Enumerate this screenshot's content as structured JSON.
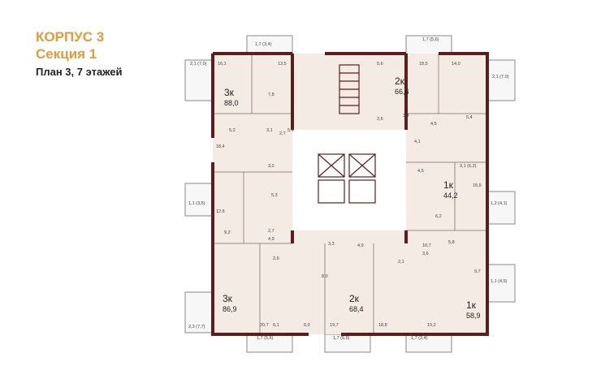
{
  "header": {
    "building": "КОРПУС 3",
    "section": "Секция 1",
    "plan": "План 3, 7 этажей"
  },
  "colors": {
    "accent": "#e39a3c",
    "wall": "#5a1e1e",
    "room_fill": "#f4ece4",
    "balcony_fill": "#f7f7f7"
  },
  "apartments": [
    {
      "rooms": "3к",
      "area": "88,0"
    },
    {
      "rooms": "2к",
      "area": "66,6"
    },
    {
      "rooms": "1к",
      "area": "44,2"
    },
    {
      "rooms": "3к",
      "area": "86,9"
    },
    {
      "rooms": "2к",
      "area": "68,4"
    },
    {
      "rooms": "1к",
      "area": "58,9"
    }
  ],
  "room_areas": [
    "16,1",
    "13,5",
    "7,8",
    "5,2",
    "3,1",
    "5,4",
    "2,7",
    "18,4",
    "3,2",
    "12,6",
    "5,3",
    "9,2",
    "2,7",
    "4,9",
    "2,6",
    "5,6",
    "18,5",
    "14,0",
    "2,6",
    "3,4",
    "4,5",
    "5,4",
    "4,1",
    "4,5",
    "15,9",
    "6,2",
    "3,3",
    "4,9",
    "8,0",
    "2,1",
    "10,7",
    "3,6",
    "5,8",
    "9,7",
    "20,7",
    "6,1",
    "6,0",
    "19,7",
    "18,8",
    "19,2"
  ],
  "balcony_areas": [
    "1,7 (3,4)",
    "1,7 (5,6)",
    "2,1 (7,0)",
    "2,1 (7,0)",
    "3,1 (6,2)",
    "1,1 (3,5)",
    "1,2 (4,1)",
    "1,1 (4,5)",
    "2,3 (7,7)",
    "1,7 (5,6)",
    "1,7 (5,6)",
    "1,7 (3,4)"
  ]
}
